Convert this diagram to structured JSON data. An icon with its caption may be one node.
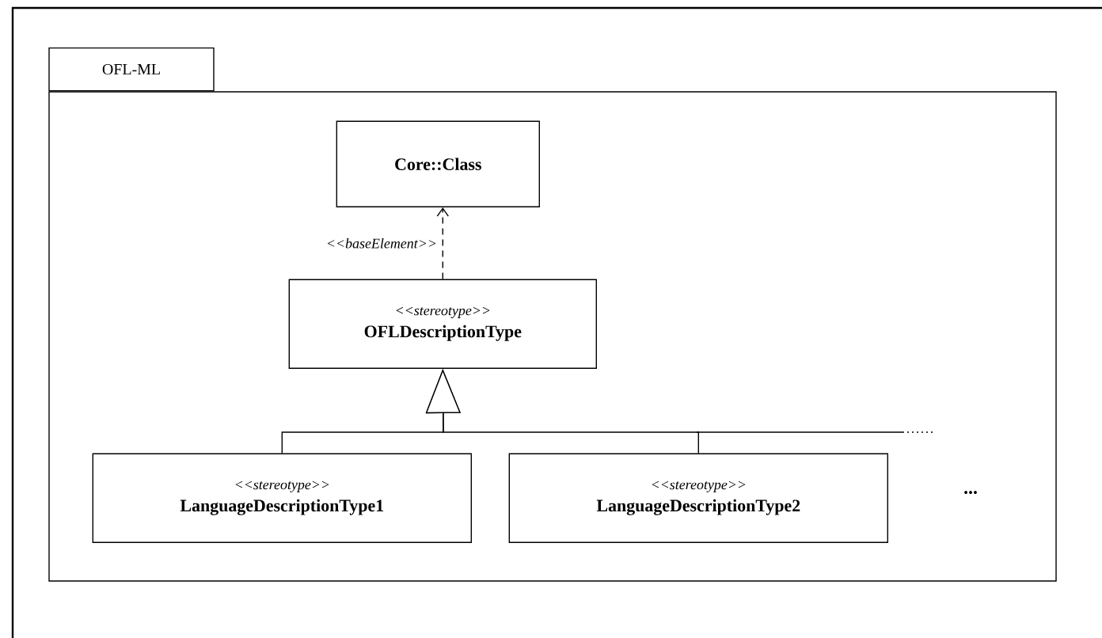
{
  "diagram": {
    "nodes": [
      {
        "text": [
          "OFL-ML"
        ]
      },
      {
        "text": [
          "Core::Class"
        ],
        "in": 0
      },
      {
        "text": [
          "<<stereotype>>",
          "OFLDescriptionType"
        ],
        "in": 0
      },
      {
        "text": [
          "<<stereotype>>",
          "LanguageDescriptionType1"
        ],
        "in": 0
      },
      {
        "text": [
          "<<stereotype>>",
          "LanguageDescriptionType2"
        ],
        "in": 0
      }
    ],
    "edges": [
      {
        "from": 2,
        "to": 1,
        "arrow": "to",
        "style": "dashed",
        "label": "<<baseElement>>"
      },
      {
        "from": 3,
        "to": 2,
        "arrow": "to"
      },
      {
        "from": 4,
        "to": 2,
        "arrow": "to"
      }
    ],
    "labels": [
      "..."
    ]
  }
}
